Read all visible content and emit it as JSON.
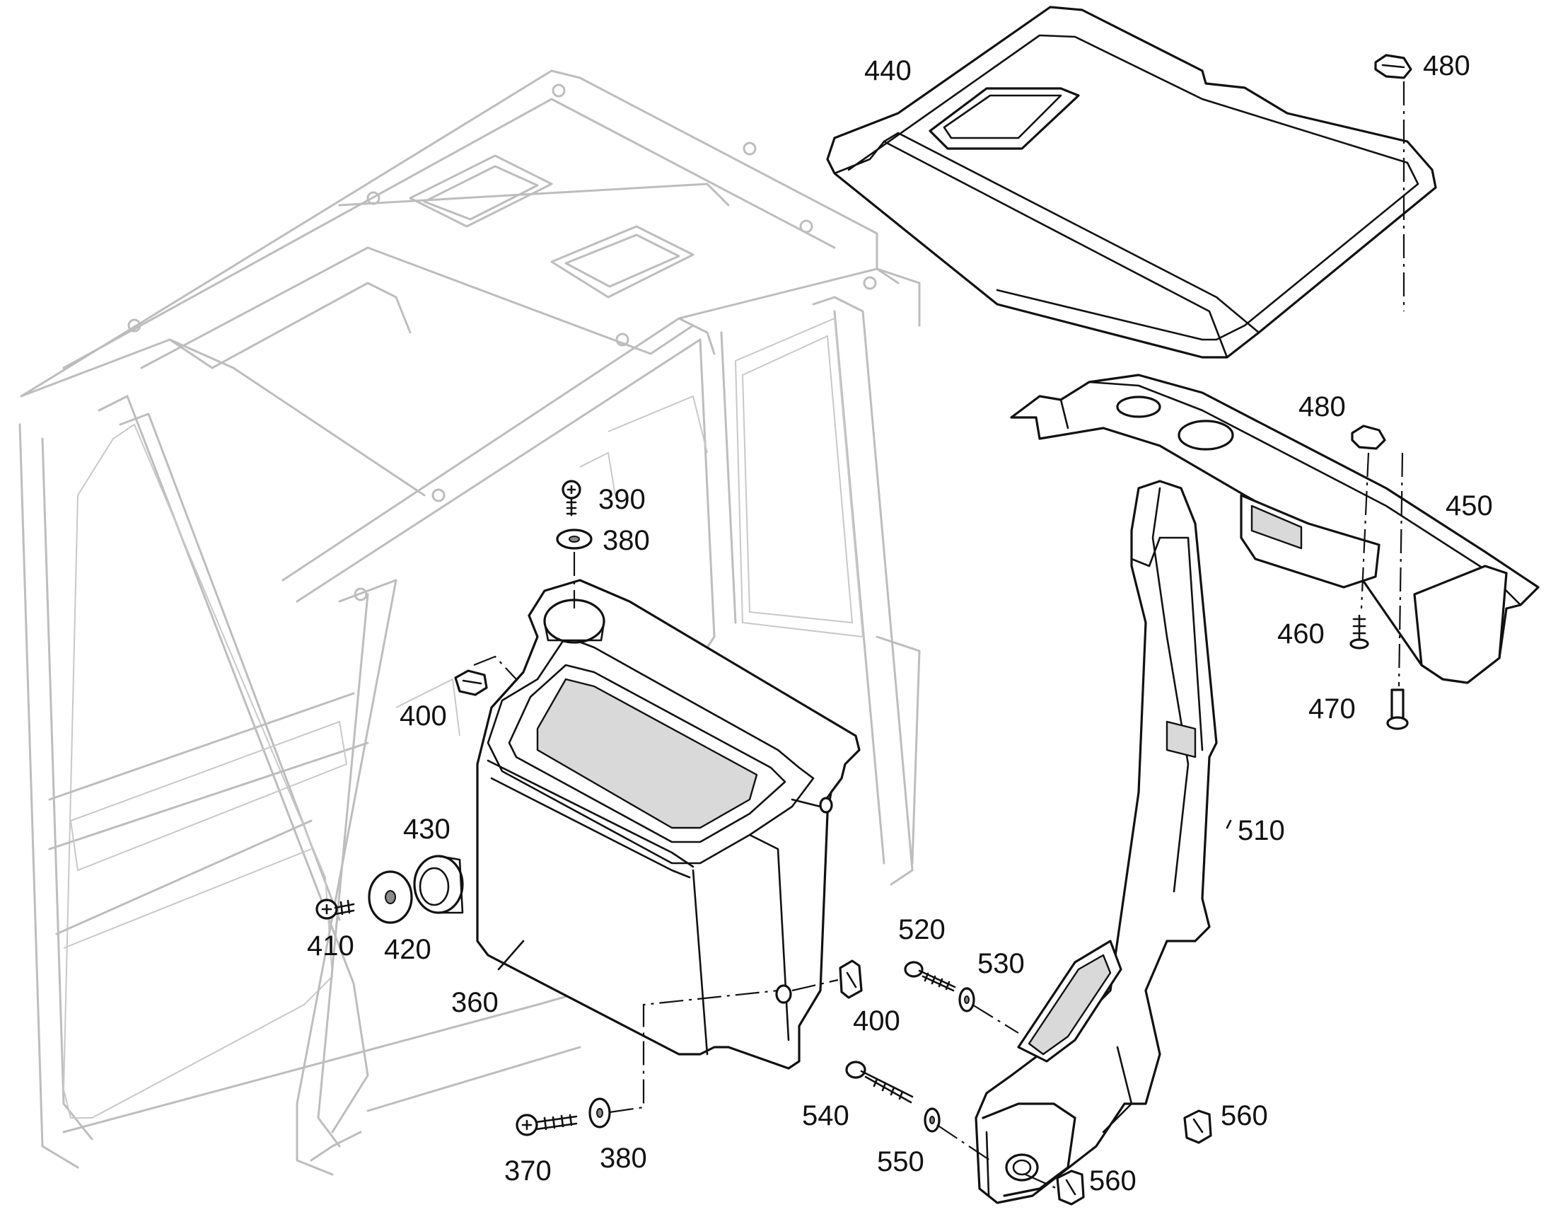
{
  "callouts": {
    "c440": "440",
    "c480_top": "480",
    "c480_mid": "480",
    "c450": "450",
    "c460": "460",
    "c470": "470",
    "c390": "390",
    "c380_top": "380",
    "c400_left": "400",
    "c430": "430",
    "c410": "410",
    "c420": "420",
    "c360": "360",
    "c510": "510",
    "c520": "520",
    "c530": "530",
    "c400_right": "400",
    "c540": "540",
    "c550": "550",
    "c560_upper": "560",
    "c560_lower": "560",
    "c370": "370",
    "c380_bottom": "380"
  }
}
